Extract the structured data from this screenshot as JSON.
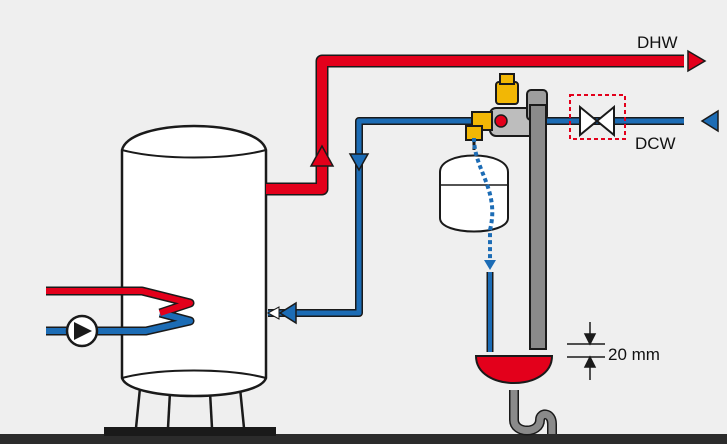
{
  "labels": {
    "dhw": "DHW",
    "dcw": "DCW",
    "gap": "20 mm"
  },
  "colors": {
    "background": "#efefef",
    "hot": "#e3001b",
    "cold": "#1c6cb5",
    "tank": "#ffffff",
    "outline": "#1a1a1a",
    "drain": "#8a8a8a",
    "valve_brass": "#f2b705",
    "floor": "#2b2b2b"
  },
  "icons": [
    "pump-icon",
    "gate-valve-icon",
    "flow-arrow-icon",
    "expansion-vessel-icon",
    "tundish-icon"
  ]
}
